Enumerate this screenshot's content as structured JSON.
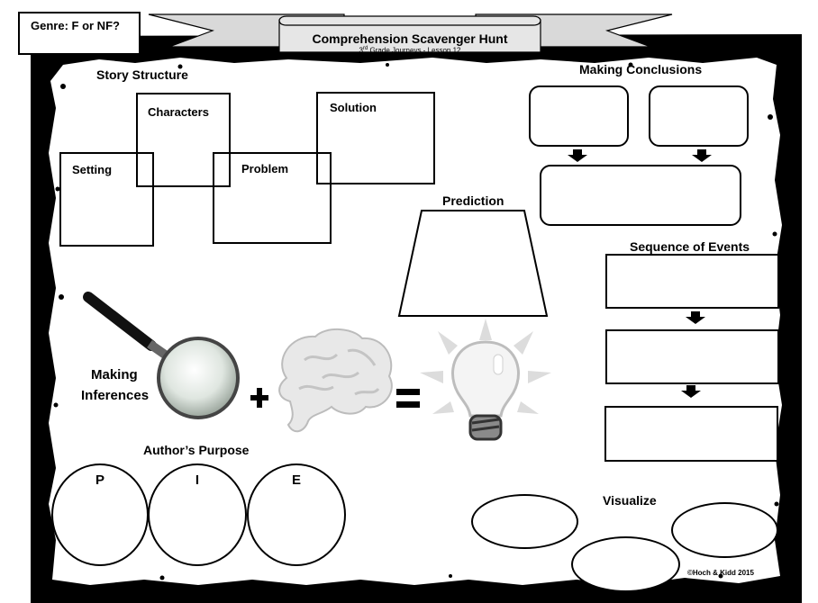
{
  "genre": {
    "label": "Genre:  F or NF?"
  },
  "banner": {
    "title": "Comprehension Scavenger Hunt",
    "subtitle_grade": "3",
    "subtitle_sup": "rd",
    "subtitle_rest": " Grade Journeys - Lesson 12"
  },
  "story_structure": {
    "heading": "Story Structure",
    "characters": "Characters",
    "setting": "Setting",
    "problem": "Problem",
    "solution": "Solution"
  },
  "making_conclusions": {
    "heading": "Making Conclusions"
  },
  "prediction": {
    "heading": "Prediction"
  },
  "sequence_of_events": {
    "heading": "Sequence of Events"
  },
  "making_inferences": {
    "line1": "Making",
    "line2": "Inferences"
  },
  "authors_purpose": {
    "heading": "Author’s Purpose",
    "letters": [
      "P",
      "I",
      "E"
    ]
  },
  "visualize": {
    "heading": "Visualize"
  },
  "copyright": "©Hoch & Kidd 2015",
  "icons": [
    "magnifying-glass-icon",
    "plus-icon",
    "brain-icon",
    "equals-icon",
    "lightbulb-icon",
    "down-arrow-icon"
  ]
}
